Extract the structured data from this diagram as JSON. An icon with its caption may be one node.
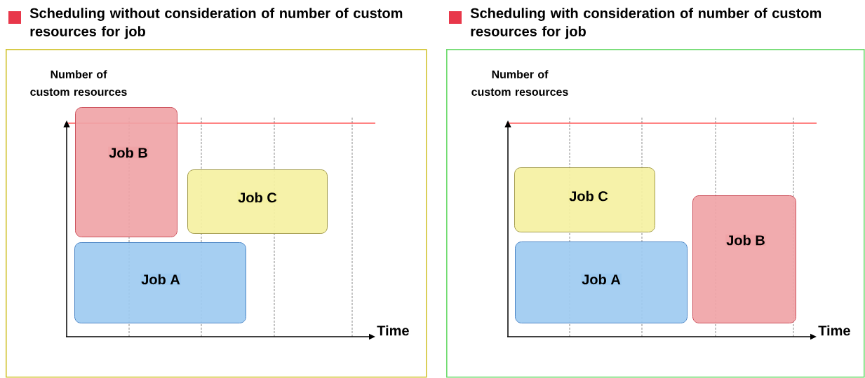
{
  "diagram": {
    "nodes": [
      {
        "text": [
          "Scheduling without consideration of number of custom resources for job"
        ]
      },
      {
        "text": [
          "Job B"
        ],
        "in": 0
      },
      {
        "text": [
          "Job C"
        ],
        "in": 0
      },
      {
        "text": [
          "Job A"
        ],
        "in": 0
      },
      {
        "text": [
          "Scheduling with consideration of number of custom resources for job"
        ]
      },
      {
        "text": [
          "Job C"
        ],
        "in": 4
      },
      {
        "text": [
          "Job B"
        ],
        "in": 4
      },
      {
        "text": [
          "Job A"
        ],
        "in": 4
      }
    ],
    "edges": [],
    "labels": [
      "Number of custom resources",
      "Time",
      "Number of custom resources",
      "Time"
    ]
  }
}
